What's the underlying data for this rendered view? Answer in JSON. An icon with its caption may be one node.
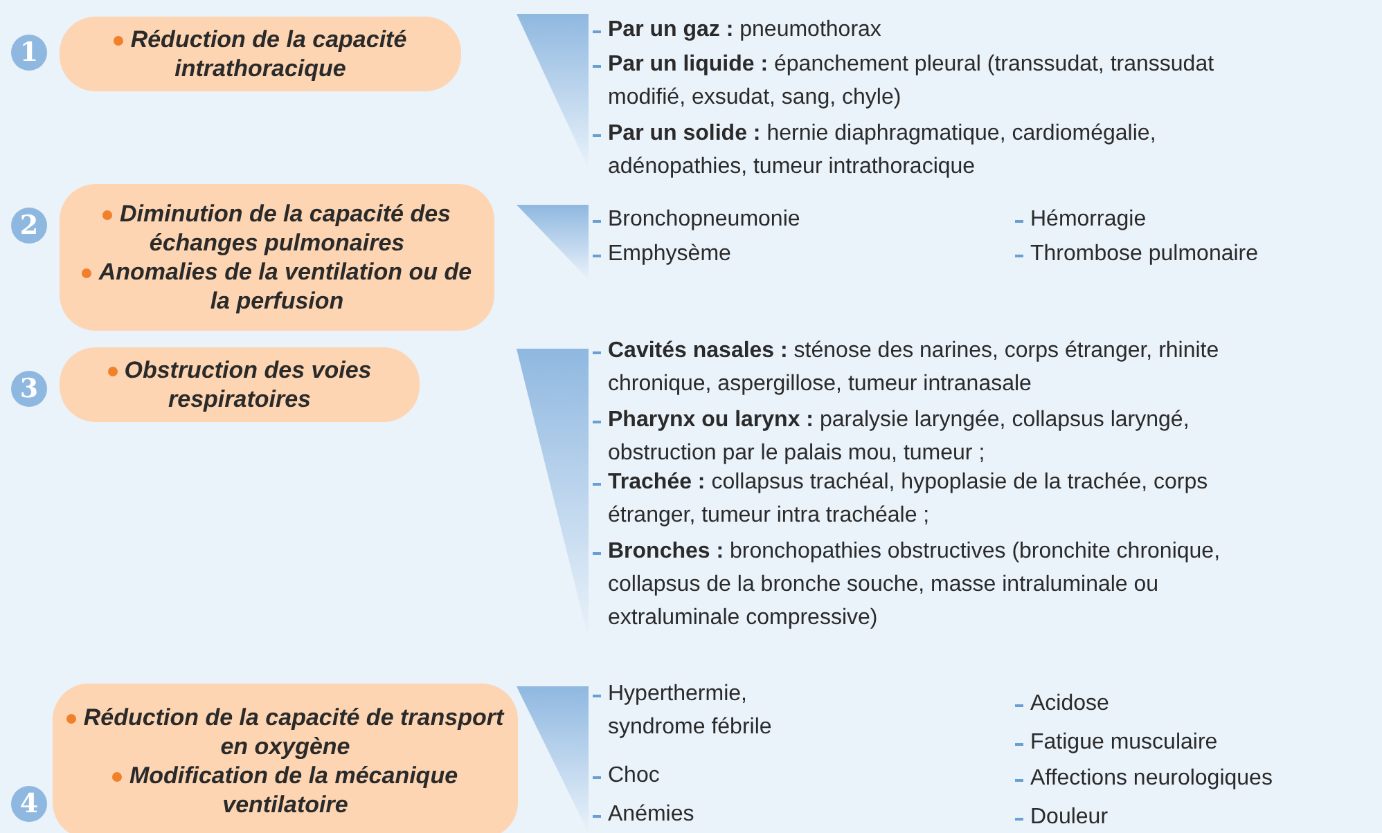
{
  "diagram": {
    "nodes": [
      {
        "text": [
          "Réduction de la capacité intrathoracique"
        ],
        "beside": [
          "1"
        ]
      },
      {
        "text": [],
        "shape": "triangle"
      },
      {
        "text": [
          "Diminution de la capacité des échanges pulmonaires",
          "Anomalies de la ventilation ou de la perfusion"
        ],
        "beside": [
          "2"
        ]
      },
      {
        "text": [],
        "shape": "triangle"
      },
      {
        "text": [
          "Obstruction des voies respiratoires"
        ],
        "beside": [
          "3"
        ]
      },
      {
        "text": [],
        "shape": "triangle"
      },
      {
        "text": [
          "Réduction de la capacité de transport en oxygène",
          "Modification de la mécanique ventilatoire"
        ],
        "beside": [
          "4"
        ]
      },
      {
        "text": [],
        "shape": "triangle"
      }
    ],
    "labels": [
      "**Par un gaz :** pneumothorax",
      "**Par un liquide :** épanchement pleural (transsudat, transsudat modifié, exsudat, sang, chyle)",
      "**Par un solide :** hernie diaphragmatique, cardiomégalie, adénopathies, tumeur intrathoracique",
      "Bronchopneumonie",
      "Hémorragie",
      "Emphysème",
      "Thrombose pulmonaire",
      "**Cavités nasales :** sténose des narines, corps étranger, rhinite chronique, aspergillose, tumeur intranasale",
      "**Pharynx ou larynx :** paralysie laryngée, collapsus laryngé, obstruction par le palais mou, tumeur ;",
      "**Trachée :** collapsus trachéal, hypoplasie de la trachée, corps étranger, tumeur intra trachéale ;",
      "**Bronches :** bronchopathies obstructives (bronchite chronique, collapsus de la bronche souche, masse intraluminale ou extraluminale compressive)",
      "Hyperthermie, syndrome fébrile",
      "Acidose",
      "Fatigue musculaire",
      "Choc",
      "Affections neurologiques",
      "Anémies",
      "Douleur"
    ]
  }
}
